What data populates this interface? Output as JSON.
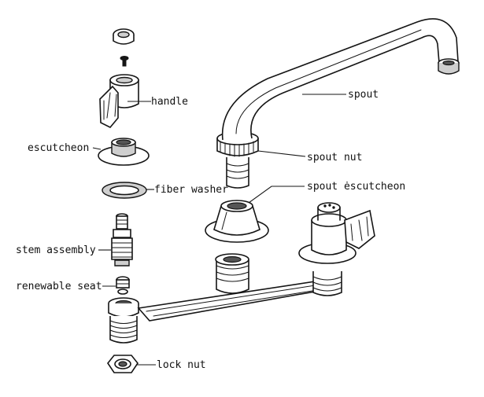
{
  "diagram": {
    "subject": "faucet",
    "labels": {
      "handle": "handle",
      "escutcheon": "escutcheon",
      "fiber_washer": "fiber washer",
      "stem_assembly": "stem assembly",
      "renewable_seat": "renewable seat",
      "lock_nut": "lock nut",
      "spout": "spout",
      "spout_nut": "spout nut",
      "spout_escutcheon": "spout ėscutcheon"
    },
    "colors": {
      "ink": "#151515",
      "paper": "#ffffff",
      "shade": "#cfcfcf"
    }
  }
}
